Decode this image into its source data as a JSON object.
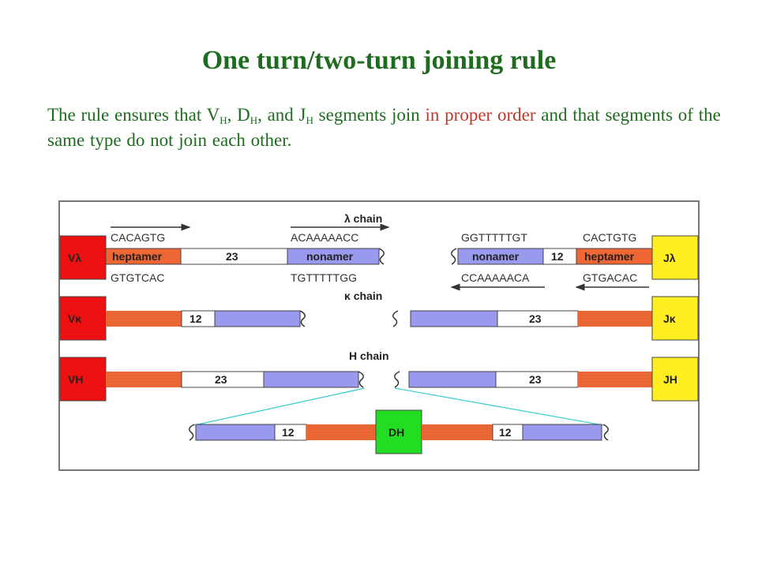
{
  "title": "One turn/two-turn joining rule",
  "paragraph": {
    "p1": "The rule ensures that V",
    "sub1": "H",
    "p2": ", D",
    "sub2": "H",
    "p3": ", and J",
    "sub3": "H",
    "p4": " segments join ",
    "highlight": "in proper order",
    "p5": " and that segments of the same type do not join each other."
  },
  "figure": {
    "lambda": {
      "chain_label": "λ chain",
      "v_label": "Vλ",
      "j_label": "Jλ",
      "seq_top_1": "CACAGTG",
      "seq_top_2": "ACAAAAACC",
      "seq_top_3": "GGTTTTTGT",
      "seq_top_4": "CACTGTG",
      "seq_bot_1": "GTGTCAC",
      "seq_bot_2": "TGTTTTTGG",
      "seq_bot_3": "CCAAAAACA",
      "seq_bot_4": "GTGACAC",
      "heptamer_left": "heptamer",
      "spacer_left": "23",
      "nonamer_left": "nonamer",
      "nonamer_right": "nonamer",
      "spacer_right": "12",
      "heptamer_right": "heptamer"
    },
    "kappa": {
      "chain_label": "κ chain",
      "v_label": "Vκ",
      "j_label": "Jκ",
      "spacer_left": "12",
      "spacer_right": "23"
    },
    "heavy": {
      "chain_label": "H chain",
      "v_label": "VH",
      "j_label": "JH",
      "d_label": "DH",
      "spacer_left": "23",
      "spacer_right": "23",
      "d_spacer_left": "12",
      "d_spacer_right": "12"
    },
    "colors": {
      "v_segment": "#ee1111",
      "j_segment": "#ffee22",
      "d_segment": "#22dd22",
      "heptamer": "#ee6633",
      "nonamer": "#9999ee",
      "spacer": "#ffffff",
      "line": "#33cccc"
    }
  }
}
